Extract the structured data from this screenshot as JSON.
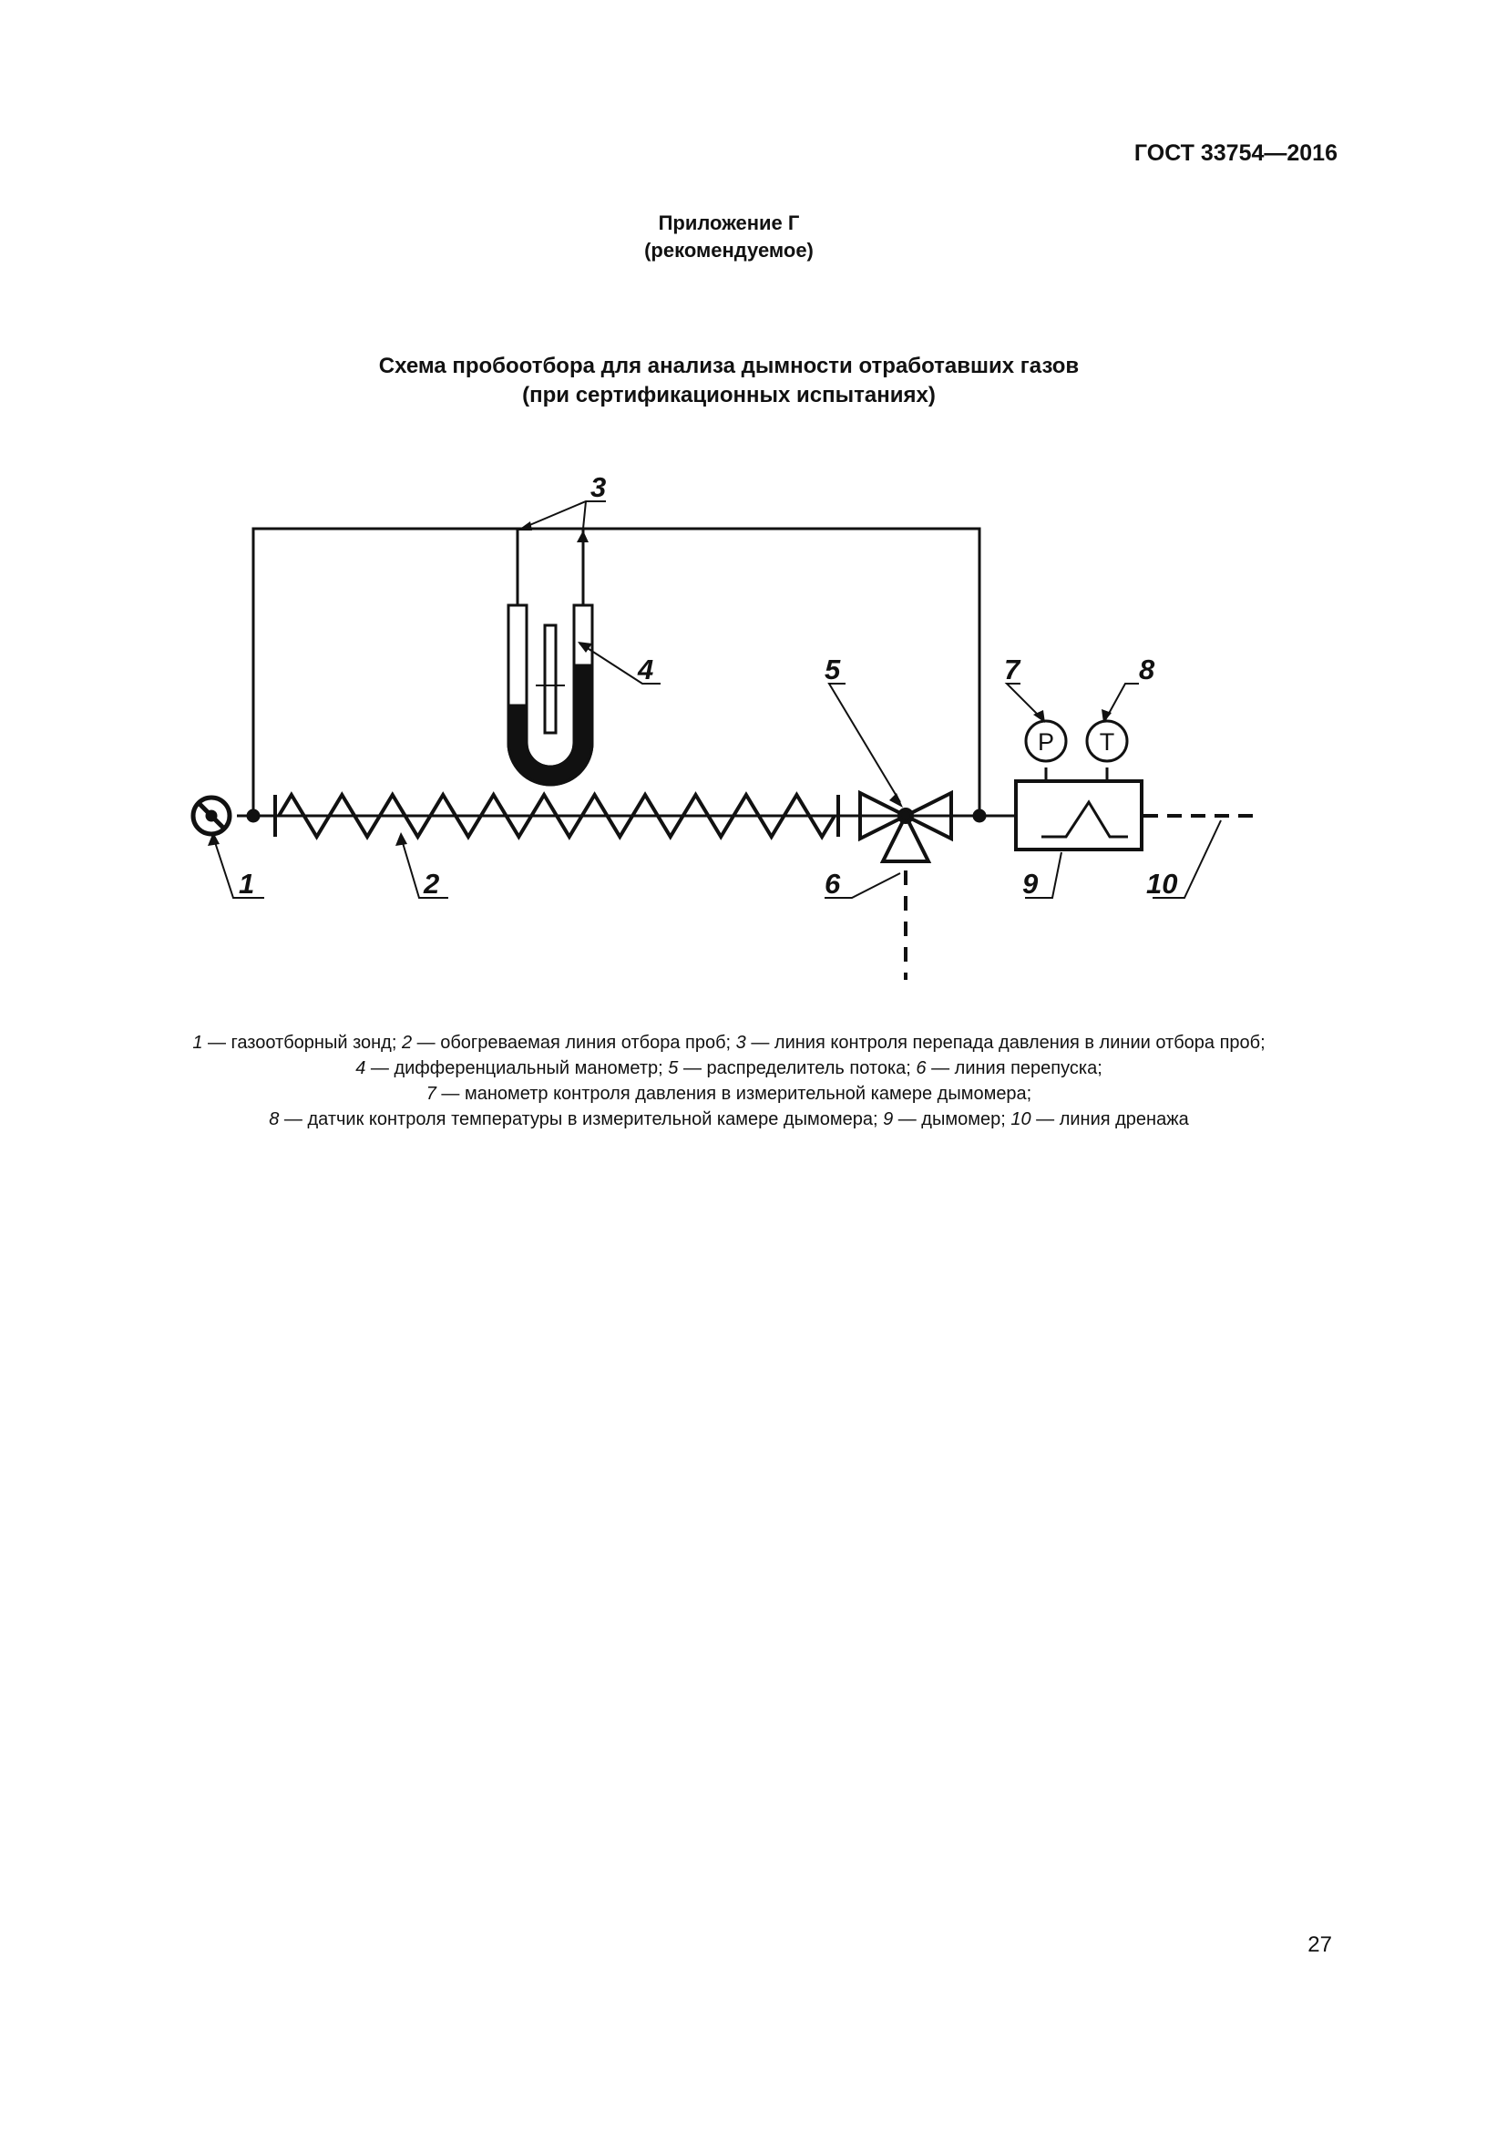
{
  "header": {
    "standard": "ГОСТ 33754—2016"
  },
  "appendix": {
    "line1": "Приложение Г",
    "line2": "(рекомендуемое)"
  },
  "figure": {
    "title_line1": "Схема пробоотбора для анализа дымности отработавших газов",
    "title_line2": "(при сертификационных испытаниях)",
    "callouts": [
      "1",
      "2",
      "3",
      "4",
      "5",
      "6",
      "7",
      "8",
      "9",
      "10"
    ],
    "gauge_letters": {
      "pressure": "P",
      "temperature": "T"
    }
  },
  "legend": {
    "l1": {
      "n1": "1",
      "t1": " — газоотборный зонд; ",
      "n2": "2",
      "t2": " — обогреваемая линия отбора проб; ",
      "n3": "3",
      "t3": " — линия контроля перепада давления в линии отбора проб;"
    },
    "l2": {
      "n1": "4",
      "t1": " — дифференциальный манометр; ",
      "n2": "5",
      "t2": " — распределитель потока; ",
      "n3": "6",
      "t3": " — линия перепуска;"
    },
    "l3": {
      "n1": "7",
      "t1": " — манометр контроля давления в измерительной камере дымомера;"
    },
    "l4": {
      "n1": "8",
      "t1": " — датчик контроля температуры в измерительной камере дымомера; ",
      "n2": "9",
      "t2": " — дымомер; ",
      "n3": "10",
      "t3": " — линия дренажа"
    }
  },
  "page": {
    "number": "27"
  }
}
